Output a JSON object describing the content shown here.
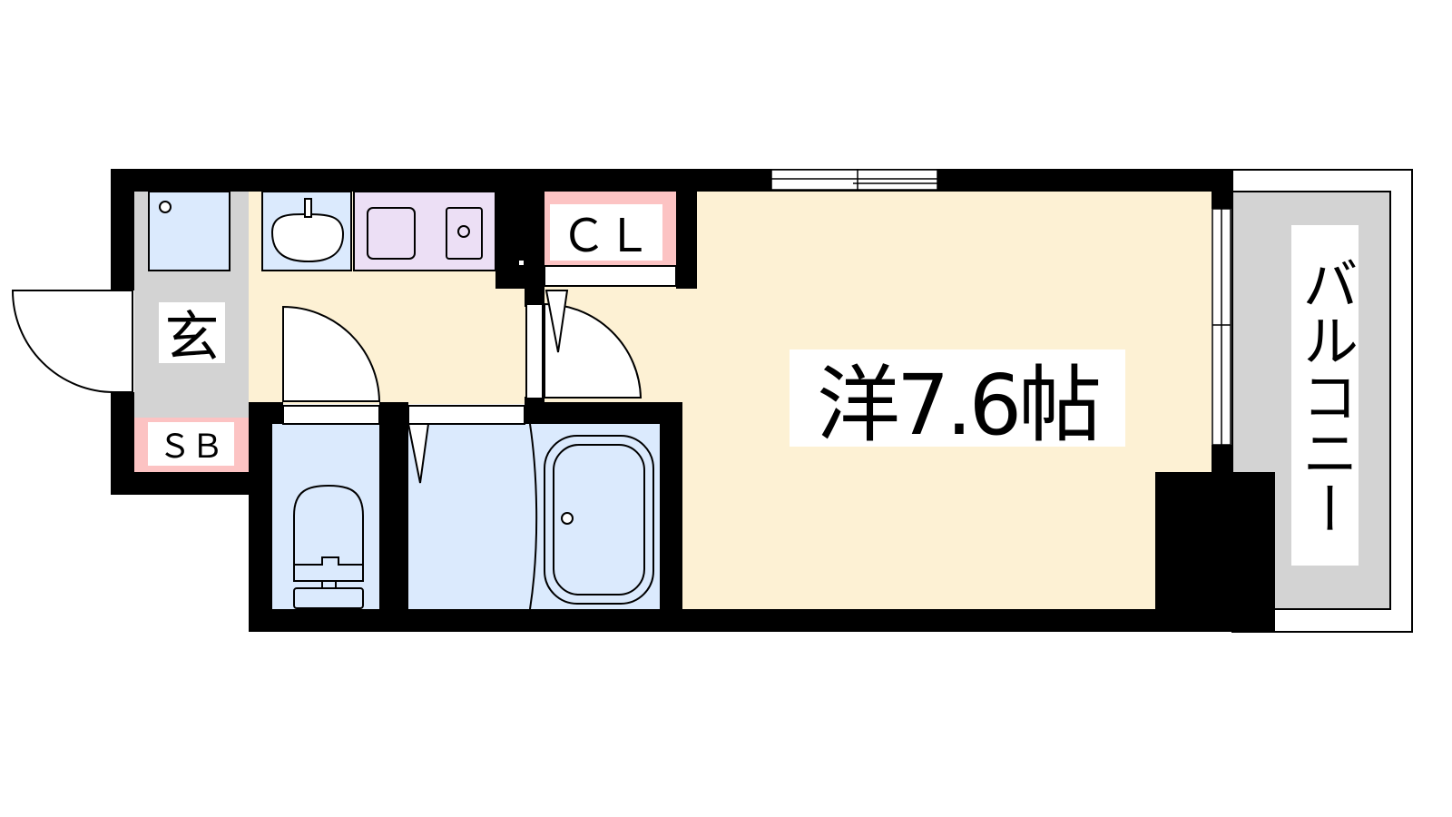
{
  "rooms": {
    "western_room": "洋7.6帖",
    "entrance": "玄",
    "shoe_box": "ＳＢ",
    "closet": "ＣＬ",
    "balcony": "バルコニー"
  },
  "colors": {
    "wall": "#000000",
    "room": "#fdf1d4",
    "wet_area": "#dbeafd",
    "kitchen": "#ecdff5",
    "storage": "#fcc3c3",
    "entrance": "#d3d3d3"
  }
}
